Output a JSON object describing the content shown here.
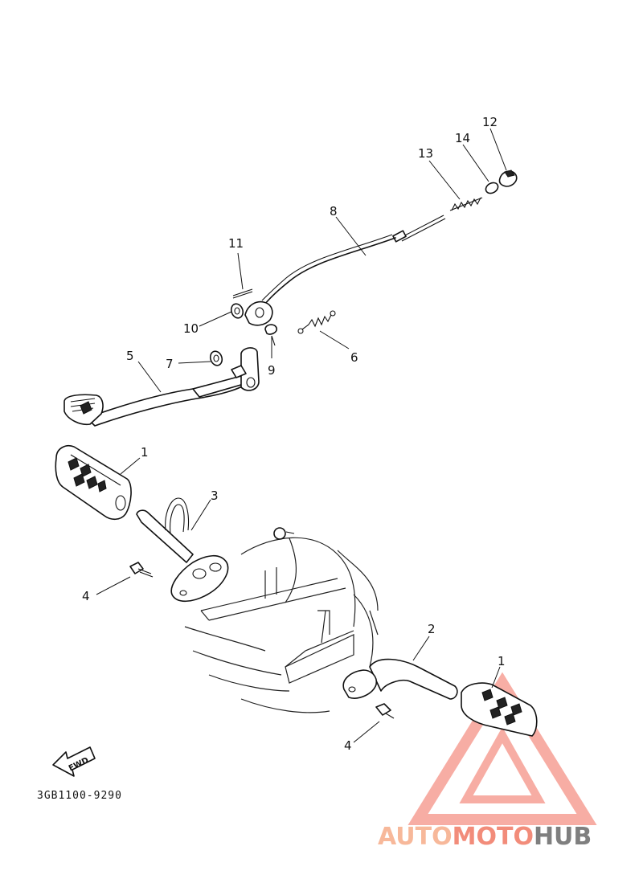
{
  "diagram": {
    "callouts": {
      "c1a": "1",
      "c1b": "1",
      "c2": "2",
      "c3": "3",
      "c4a": "4",
      "c4b": "4",
      "c5": "5",
      "c6": "6",
      "c7": "7",
      "c8": "8",
      "c9": "9",
      "c10": "10",
      "c11": "11",
      "c12": "12",
      "c13": "13",
      "c14": "14"
    },
    "fwd_label": "FWD",
    "code": "3GB1100-9290"
  },
  "watermark": {
    "part1": "AUTO",
    "part2": "MOTO",
    "part3": "HUB",
    "colors": {
      "triangle": "#f26b5b",
      "auto": "#f7b89a",
      "moto": "#f28c7a",
      "hub": "#7f7f7f"
    }
  }
}
